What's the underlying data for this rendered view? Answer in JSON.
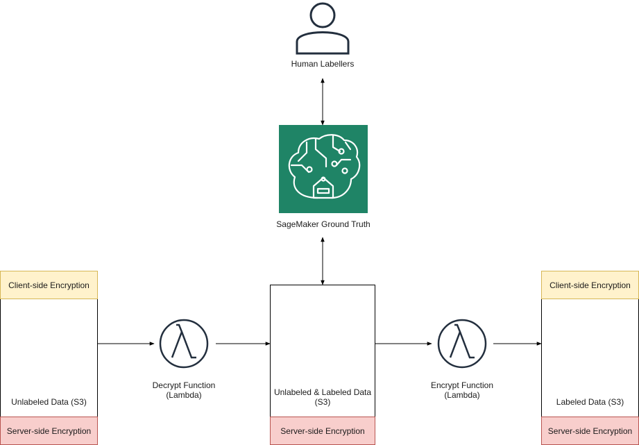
{
  "nodes": {
    "human_labellers": {
      "label": "Human Labellers",
      "icon": "user-icon"
    },
    "ground_truth": {
      "label": "SageMaker Ground Truth",
      "icon": "sagemaker-ground-truth-icon",
      "color": "#1f8466"
    },
    "source_bucket": {
      "label": "Unlabeled Data (S3)",
      "icon": "s3-bucket-icon",
      "top_band": "Client-side Encryption",
      "bottom_band": "Server-side Encryption"
    },
    "decrypt_function": {
      "label_line1": "Decrypt Function",
      "label_line2": "(Lambda)",
      "icon": "lambda-icon"
    },
    "middle_bucket": {
      "label_line1": "Unlabeled & Labeled Data",
      "label_line2": "(S3)",
      "icon": "s3-bucket-icon",
      "bottom_band": "Server-side Encryption"
    },
    "encrypt_function": {
      "label_line1": "Encrypt Function",
      "label_line2": "(Lambda)",
      "icon": "lambda-icon"
    },
    "dest_bucket": {
      "label": "Labeled Data (S3)",
      "icon": "s3-bucket-icon",
      "top_band": "Client-side Encryption",
      "bottom_band": "Server-side Encryption"
    }
  },
  "colors": {
    "client_band_fill": "#fff2cc",
    "client_band_border": "#d6b656",
    "server_band_fill": "#f8cecc",
    "server_band_border": "#b85450",
    "icon_stroke": "#232f3e"
  }
}
